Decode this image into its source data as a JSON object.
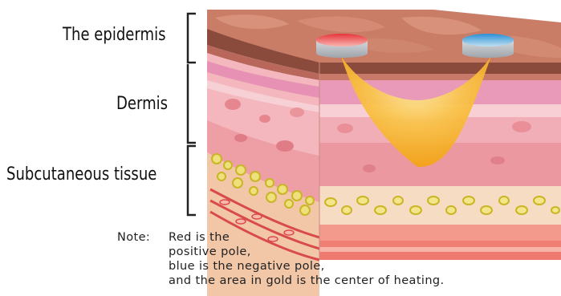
{
  "labels": {
    "epidermis": "The epidermis",
    "dermis": "Dermis",
    "subcutaneous": "Subcutaneous tissue"
  },
  "note": {
    "heading": "Note:",
    "lines": [
      "Red is the",
      "positive pole,",
      "blue is the negative pole,",
      "and the area in gold is the center of heating."
    ]
  },
  "colors": {
    "positive_pole": "#e8454e",
    "negative_pole": "#3d9ad6",
    "heating_area": "#f7b52c",
    "epidermis": "#8a4a3c",
    "dermis": "#f2aeb7",
    "subcutaneous_fat": "#e9dc4e"
  }
}
